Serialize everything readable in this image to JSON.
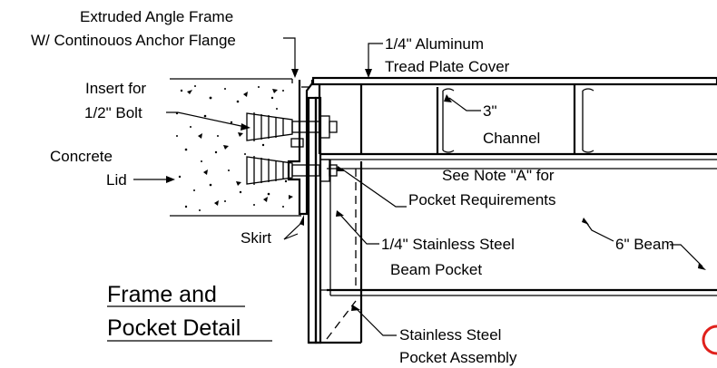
{
  "labels": {
    "angle_frame_line1": "Extruded Angle Frame",
    "angle_frame_line2": "W/ Continouos Anchor Flange",
    "tread_plate_line1": "1/4\" Aluminum",
    "tread_plate_line2": "Tread Plate Cover",
    "insert_line1": "Insert for",
    "insert_line2": "1/2\" Bolt",
    "channel_line1": "3\"",
    "channel_line2": "Channel",
    "concrete_line1": "Concrete",
    "concrete_line2": "Lid",
    "note_line1": "See Note \"A\"  for",
    "note_line2": "Pocket Requirements",
    "skirt": "Skirt",
    "beam_pocket_line1": "1/4\" Stainless Steel",
    "beam_pocket_line2": "Beam Pocket",
    "beam": "6\" Beam",
    "title_line1": "Frame and",
    "title_line2": "Pocket Detail",
    "pocket_assembly_line1": "Stainless Steel",
    "pocket_assembly_line2": "Pocket Assembly"
  },
  "colors": {
    "line": "#000000",
    "background": "#ffffff",
    "accent_mark": "#e0201b"
  }
}
